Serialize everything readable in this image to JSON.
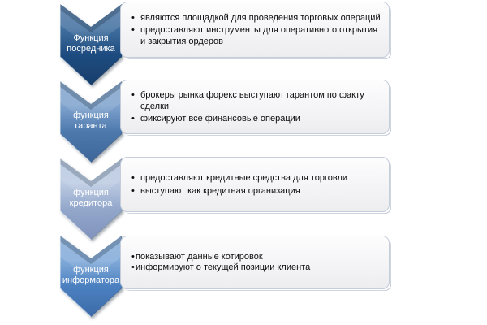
{
  "diagram": {
    "rows": [
      {
        "label": "Функция посредника",
        "grad": [
          "#2f5e95",
          "#41709f",
          "#1f4c80",
          "#173e6b"
        ],
        "bullets": [
          "являются площадкой для проведения торговых операций",
          "предоставляют инструменты для оперативного открытия и закрытия ордеров"
        ]
      },
      {
        "label": "функция гаранта",
        "grad": [
          "#6b93c2",
          "#7fa3cd",
          "#4d79ad",
          "#3d6598"
        ],
        "bullets": [
          "брокеры рынка форекс выступают гарантом по факту сделки",
          "фиксируют все финансовые операции"
        ]
      },
      {
        "label": "функция кредитора",
        "grad": [
          "#a9bcd9",
          "#bccbe2",
          "#93a7cb",
          "#8092bc"
        ],
        "bullets": [
          "предоставляют кредитные средства для торговли",
          "выступают как кредитная организация"
        ]
      },
      {
        "label": "функция информатора",
        "grad": [
          "#6f9cd0",
          "#82abd9",
          "#4c80c0",
          "#3c6ba8"
        ],
        "bullets": [
          "показывают данные котировок",
          "информируют о текущей позиции клиента"
        ]
      }
    ]
  }
}
